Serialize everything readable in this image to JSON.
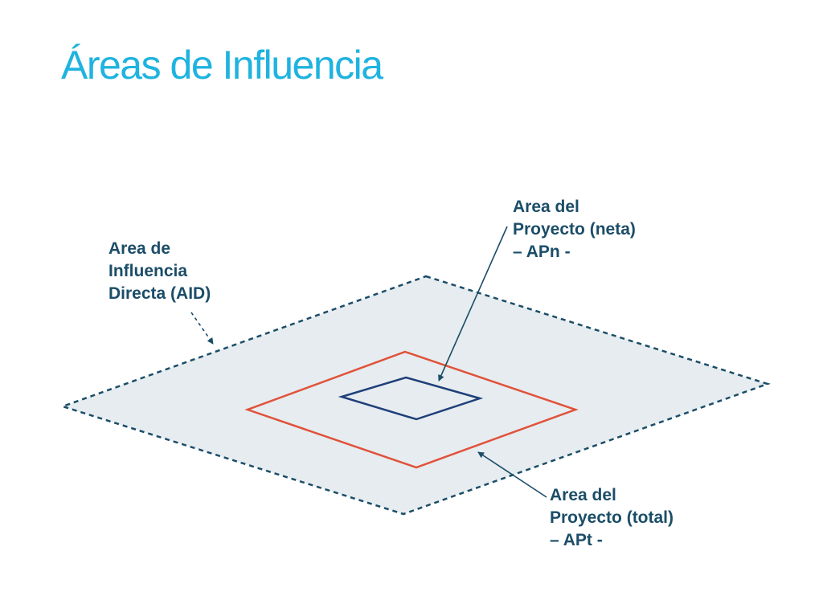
{
  "title": "Áreas de Influencia",
  "labels": {
    "aid": {
      "lines": [
        "Area de",
        "Influencia",
        "Directa (AID)"
      ]
    },
    "apn": {
      "lines": [
        "Area del",
        "Proyecto (neta)",
        "– APn -"
      ]
    },
    "apt": {
      "lines": [
        "Area del",
        "Proyecto (total)",
        "– APt -"
      ]
    }
  },
  "colors": {
    "title": "#1fb3e0",
    "label_text": "#1b4d68",
    "aid_border": "#1b4d68",
    "aid_fill": "#e6ecef",
    "apt_border": "#e0523a",
    "apn_border": "#1f3f7a",
    "leader_line": "#1b4d68"
  }
}
